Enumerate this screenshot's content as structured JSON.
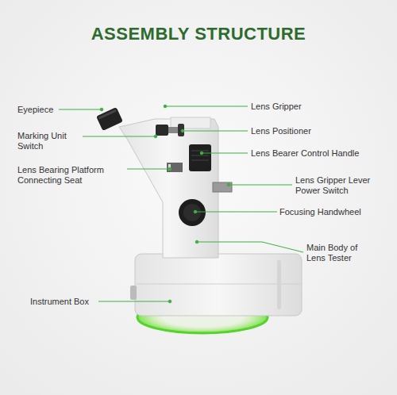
{
  "diagram": {
    "title": "ASSEMBLY STRUCTURE",
    "labels": [
      "Eyepiece",
      "Marking Unit Switch",
      "Lens Bearing Platform Connecting Seat",
      "Instrument Box",
      "Lens Gripper",
      "Lens Positioner",
      "Lens Bearer Control Handle",
      "Lens Gripper Lever Power Switch",
      "Focusing Handwheel",
      "Main Body of Lens Tester"
    ]
  }
}
